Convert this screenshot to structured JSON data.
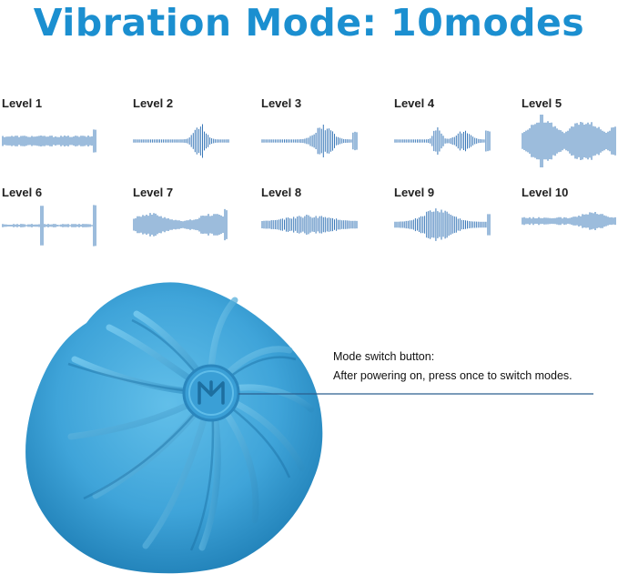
{
  "title": "Vibration Mode: 10modes",
  "levels": [
    {
      "label": "Level 1"
    },
    {
      "label": "Level 2"
    },
    {
      "label": "Level 3"
    },
    {
      "label": "Level 4"
    },
    {
      "label": "Level 5"
    },
    {
      "label": "Level 6"
    },
    {
      "label": "Level 7"
    },
    {
      "label": "Level 8"
    },
    {
      "label": "Level 9"
    },
    {
      "label": "Level 10"
    }
  ],
  "button_info": {
    "heading": "Mode switch button:",
    "description": "After powering on, press once to switch modes."
  },
  "colors": {
    "accent": "#1b8fd0",
    "wave": "#3a78b8",
    "ball": "#44a8dc",
    "leader_line": "#2a5f8f"
  },
  "icons": {
    "button_logo": "m-logo-icon"
  }
}
